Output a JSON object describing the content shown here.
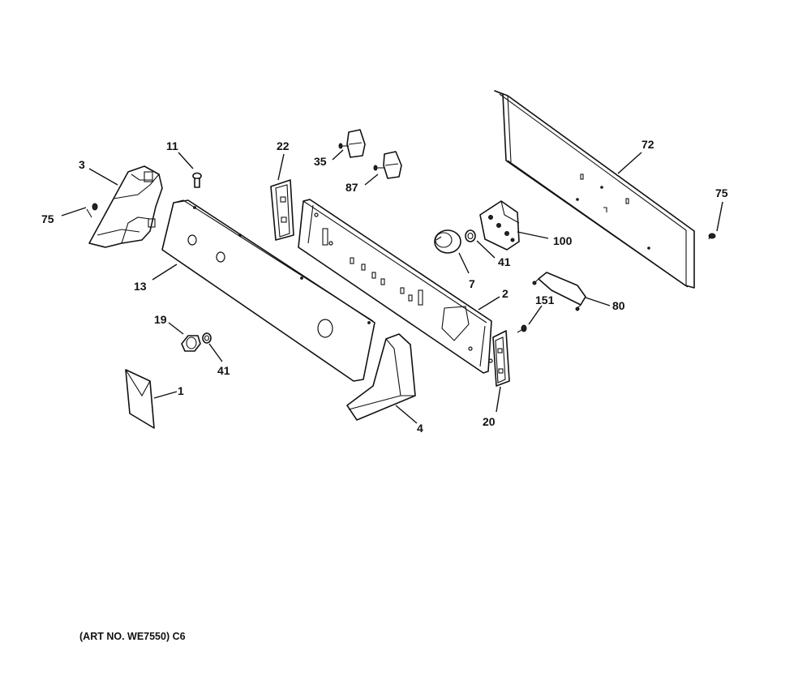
{
  "callouts": {
    "c1": "1",
    "c2": "2",
    "c3": "3",
    "c4": "4",
    "c7": "7",
    "c11": "11",
    "c13": "13",
    "c19": "19",
    "c20": "20",
    "c22": "22",
    "c35": "35",
    "c41a": "41",
    "c41b": "41",
    "c72": "72",
    "c75a": "75",
    "c75b": "75",
    "c80": "80",
    "c87": "87",
    "c100": "100",
    "c151": "151"
  },
  "art_number": "(ART NO. WE7550) C6"
}
